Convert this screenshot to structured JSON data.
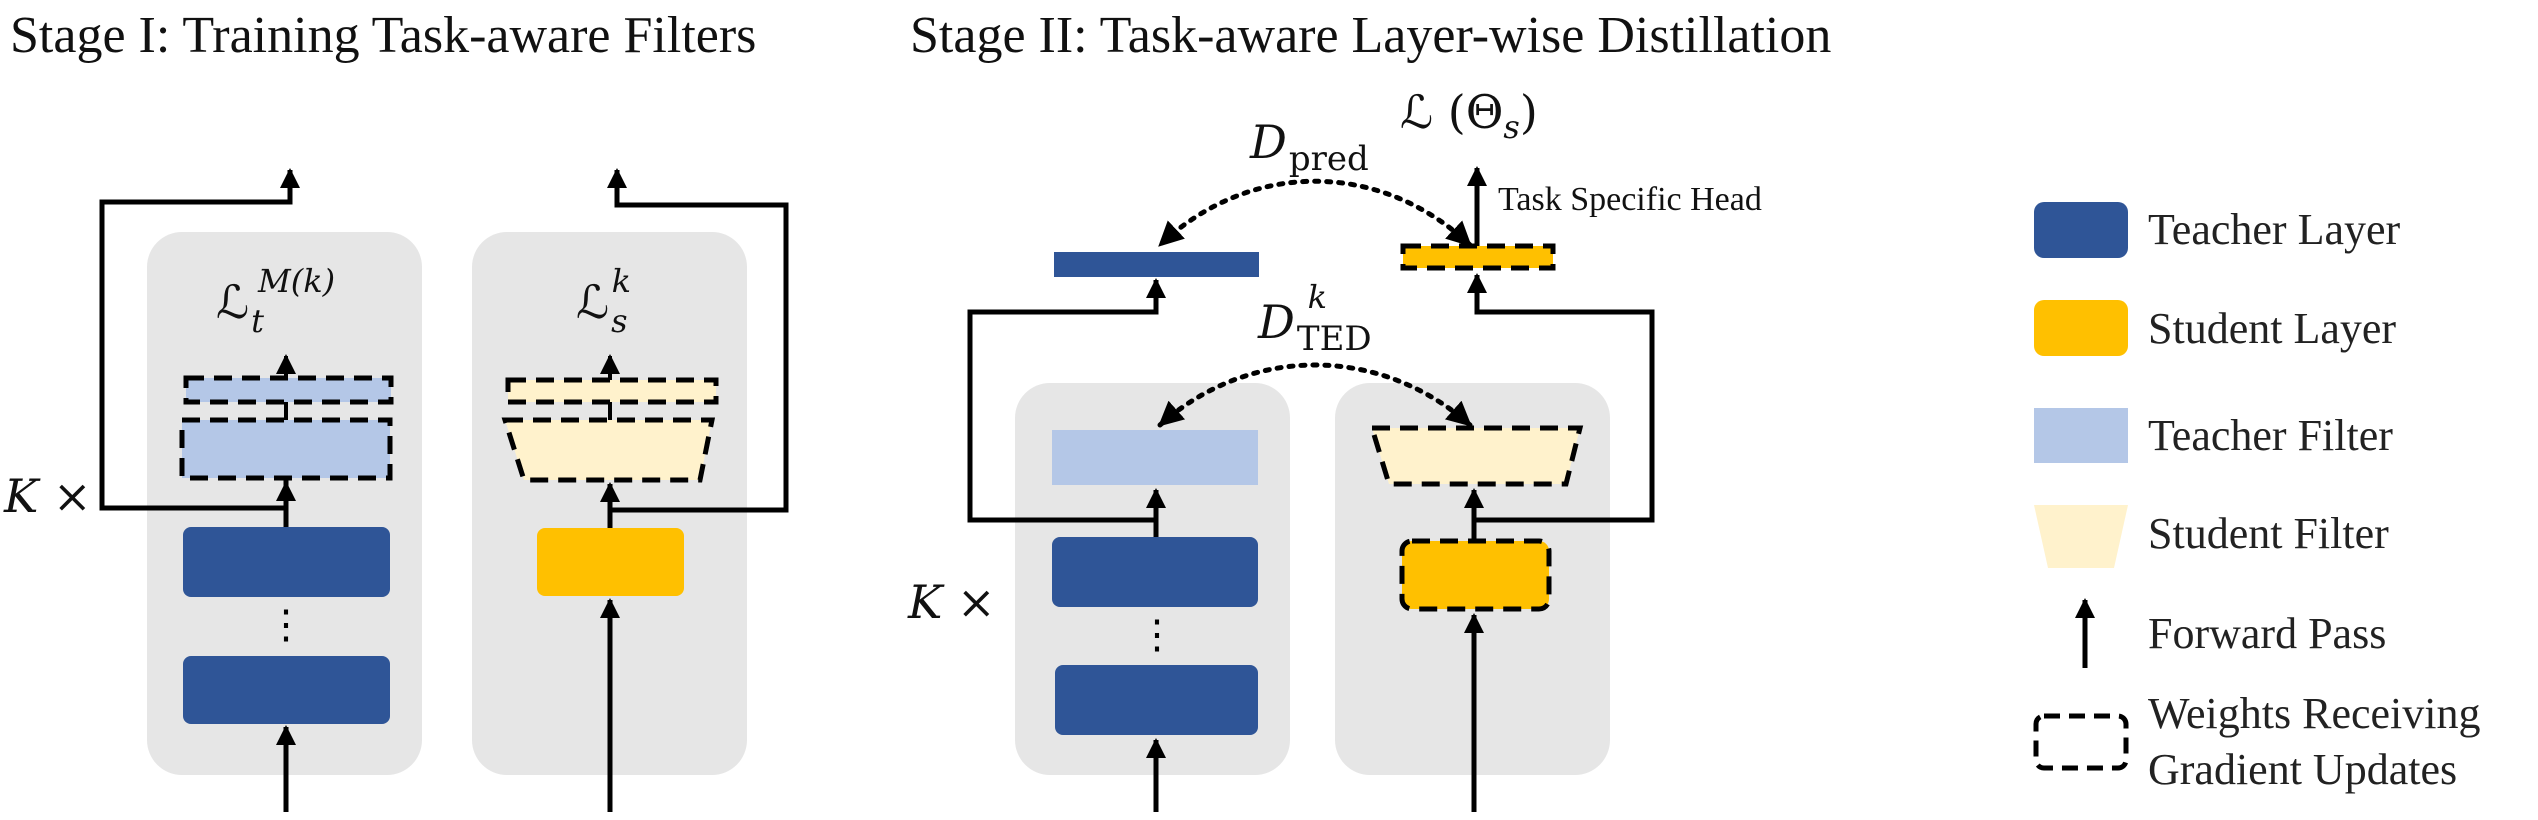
{
  "stage1": {
    "title": "Stage I: Training Task-aware Filters",
    "repeat_label": "K ×",
    "teacher_loss": {
      "symbol": "ℒ",
      "sub": "t",
      "sup": "M(k)"
    },
    "student_loss": {
      "symbol": "ℒ",
      "sub": "s",
      "sup": "k"
    }
  },
  "stage2": {
    "title": "Stage II: Task-aware Layer-wise Distillation",
    "repeat_label": "K ×",
    "pred_distance": {
      "symbol": "D",
      "sub": "pred"
    },
    "ted_distance": {
      "symbol": "D",
      "sub": "TED",
      "sup": "k"
    },
    "final_loss": {
      "text": "ℒ (Θ",
      "sub": "s",
      "close": ")"
    },
    "task_head_label": "Task Specific Head"
  },
  "legend": {
    "items": [
      {
        "label": "Teacher Layer",
        "icon": "teacher-layer-swatch"
      },
      {
        "label": "Student Layer",
        "icon": "student-layer-swatch"
      },
      {
        "label": "Teacher Filter",
        "icon": "teacher-filter-swatch"
      },
      {
        "label": "Student Filter",
        "icon": "student-filter-swatch"
      },
      {
        "label": "Forward Pass",
        "icon": "up-arrow-icon"
      }
    ],
    "gradient_label_line1": "Weights Receiving",
    "gradient_label_line2": "Gradient Updates"
  },
  "colors": {
    "teacher_layer": "#2F5597",
    "student_layer": "#FFC000",
    "teacher_filter": "#B4C7E7",
    "student_filter": "#FFF2CC",
    "panel": "#E6E6E6",
    "line": "#000000"
  }
}
